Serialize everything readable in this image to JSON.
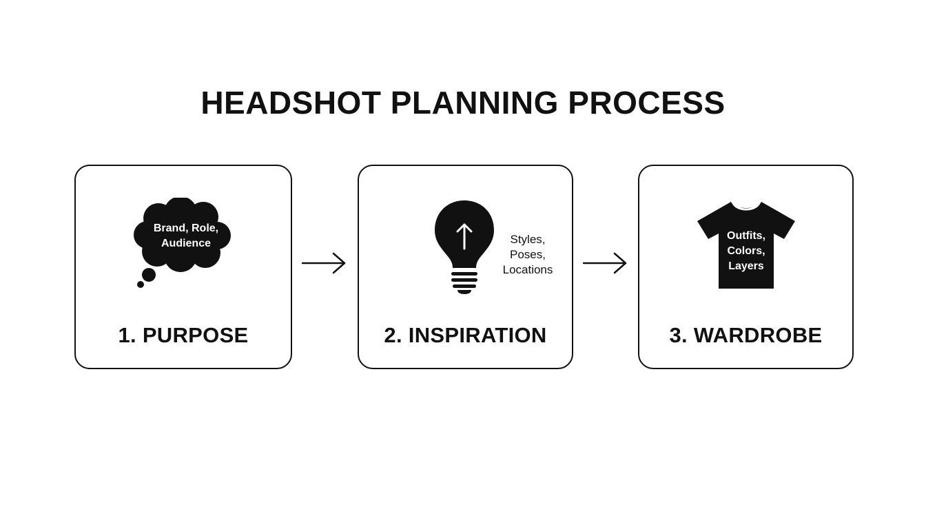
{
  "title": "HEADSHOT PLANNING PROCESS",
  "steps": [
    {
      "label": "1. PURPOSE",
      "icon": "thought-bubble-icon",
      "text_lines": [
        "Brand, Role,",
        "Audience"
      ]
    },
    {
      "label": "2. INSPIRATION",
      "icon": "lightbulb-icon",
      "text_lines": [
        "Styles,",
        "Poses,",
        "Locations"
      ]
    },
    {
      "label": "3. WARDROBE",
      "icon": "tshirt-icon",
      "text_lines": [
        "Outfits,",
        "Colors,",
        "Layers"
      ]
    }
  ],
  "colors": {
    "ink": "#111111",
    "background": "#ffffff"
  }
}
